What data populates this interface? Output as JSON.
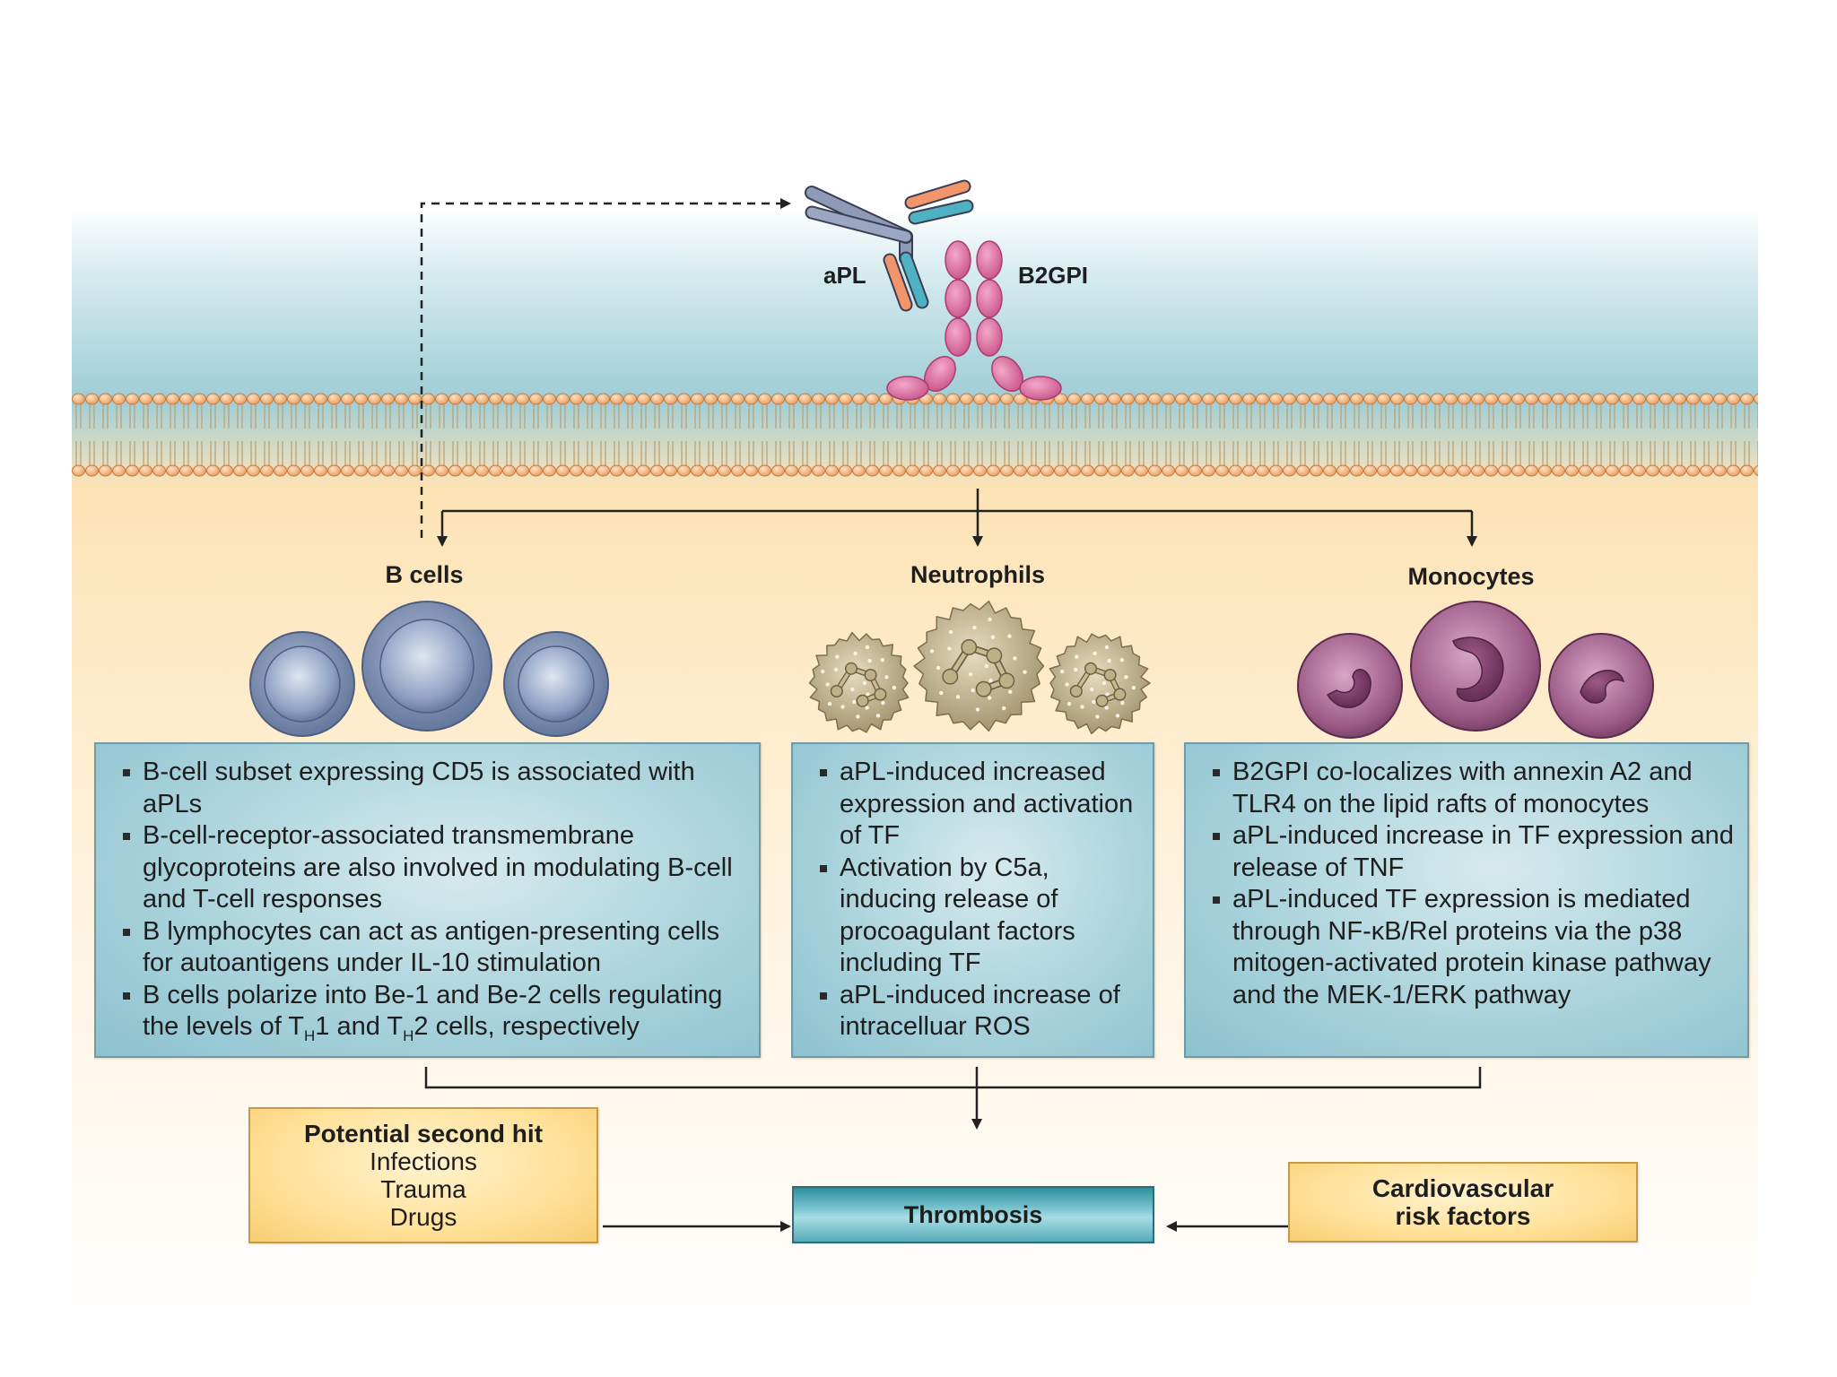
{
  "labels": {
    "apl": "aPL",
    "b2gpi": "B2GPI"
  },
  "cells": {
    "b_cells": {
      "title": "B cells",
      "bullets": [
        "B-cell subset expressing CD5 is associated with aPLs",
        "B-cell-receptor-associated transmembrane glycoproteins are also involved in modulating B-cell and T-cell responses",
        "B lymphocytes can act as antigen-presenting cells for autoantigens under IL-10 stimulation",
        "B cells polarize into Be-1 and Be-2 cells regulating the levels of TH1 and TH2 cells, respectively"
      ]
    },
    "neutrophils": {
      "title": "Neutrophils",
      "bullets": [
        "aPL-induced increased expression and activation of TF",
        "Activation by C5a, inducing release of procoagulant factors including TF",
        "aPL-induced increase of intracelluar ROS"
      ]
    },
    "monocytes": {
      "title": "Monocytes",
      "bullets": [
        "B2GPI co-localizes with annexin A2 and TLR4 on the lipid rafts of monocytes",
        "aPL-induced increase in TF expression and release of TNF",
        "aPL-induced TF expression is mediated through NF-κB/Rel proteins via the p38 mitogen-activated protein kinase pathway and the MEK-1/ERK pathway"
      ]
    }
  },
  "bcell_last_bullet_parts": {
    "before": "B cells polarize into Be-1 and Be-2 cells regulating the levels of T",
    "sub1": "H",
    "mid": "1 and T",
    "sub2": "H",
    "after": "2 cells, respectively"
  },
  "second_hit": {
    "title": "Potential second hit",
    "items": [
      "Infections",
      "Trauma",
      "Drugs"
    ]
  },
  "outcome": "Thrombosis",
  "cv_risk": {
    "line1": "Cardiovascular",
    "line2": "risk factors"
  },
  "colors": {
    "extracellular_top": "#a9d3db",
    "cytoplasm": "#fde9c4",
    "lipid_head": "#f0b078",
    "lipid_outline": "#c47a3e",
    "b2gpi": "#d9669b",
    "b_cell": "#7f93b3",
    "neutrophil": "#b9ac86",
    "monocyte": "#9c5a86",
    "info_box": "#aad3dc",
    "factor_box": "#ffe199",
    "thrombosis_box": "#5fb3bf"
  }
}
